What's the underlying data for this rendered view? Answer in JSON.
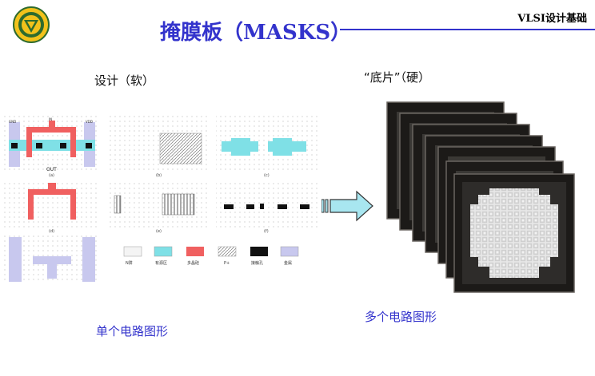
{
  "header": {
    "title": "掩膜板（MASKS）",
    "course": "VLSI设计基础",
    "logo": {
      "icon": "university-seal-icon",
      "colors": [
        "#2e6b2e",
        "#f2c21b"
      ]
    }
  },
  "left_panel": {
    "label": "设计（软）",
    "caption": "单个电路图形",
    "sub_labels": [
      "OUT",
      "(a)",
      "(b)",
      "(c)",
      "(d)",
      "(e)",
      "(f)"
    ],
    "pin_labels": [
      "GND",
      "IN",
      "VDD"
    ],
    "legend": [
      "N阱",
      "有源区",
      "多晶硅",
      "P+",
      "接触孔",
      "金属"
    ]
  },
  "arrow": {
    "icon": "right-arrow-icon",
    "color": "#a8e6f0"
  },
  "right_panel": {
    "label": "“底片”（硬）",
    "caption": "多个电路图形",
    "mask_count": 7
  },
  "colors": {
    "accent": "#3333cc",
    "n_well": "#c8c8ee",
    "active": "#7fe0e6",
    "poly": "#f06060",
    "contact": "#111111",
    "metal": "#b8b8e8",
    "mask_frame": "#1c1a18"
  }
}
